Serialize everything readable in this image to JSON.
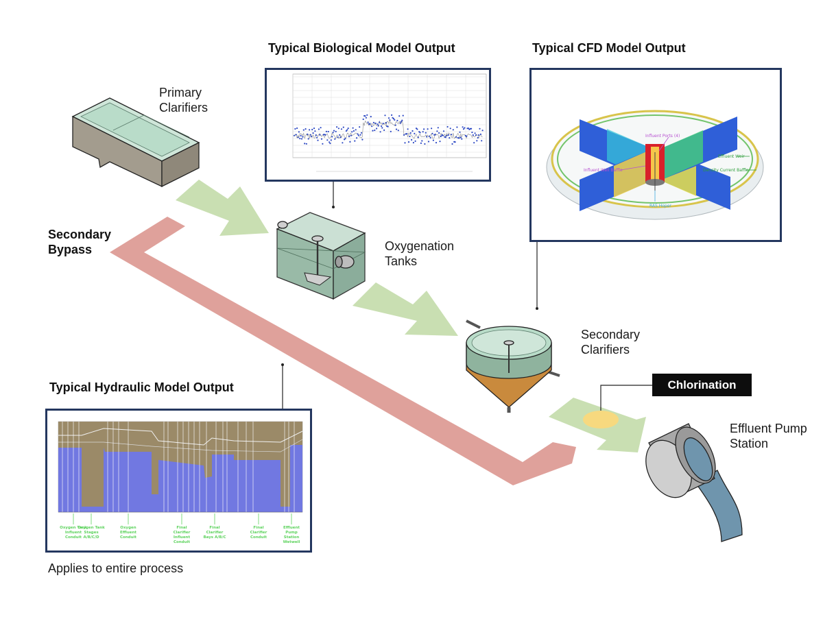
{
  "labels": {
    "primary_clarifiers": [
      "Primary",
      "Clarifiers"
    ],
    "secondary_bypass": [
      "Secondary",
      "Bypass"
    ],
    "oxygenation_tanks": [
      "Oxygenation",
      "Tanks"
    ],
    "secondary_clarifiers": [
      "Secondary",
      "Clarifiers"
    ],
    "chlorination": "Chlorination",
    "effluent_pump_station": [
      "Effluent Pump",
      "Station"
    ],
    "applies_note": "Applies to entire process"
  },
  "panels": {
    "biological": {
      "title": "Typical Biological Model Output"
    },
    "cfd": {
      "title": "Typical CFD Model Output",
      "annotations": {
        "influent_ports": "Influent Ports (4)",
        "effluent_weir": "Effluent Weir",
        "influent_well_baffle": "Influent Well Baffle",
        "density_current_baffle": "Density Current Baffle",
        "ras_hoper": "RAS Hoper"
      }
    },
    "hydraulic": {
      "title": "Typical Hydraulic Model Output",
      "segments": [
        "Oxygen Tank Influent Conduit",
        "Oxygen Tank Stages A/B/C/D",
        "Oxygen Effluent Conduit",
        "Final Clarifier Influent Conduit",
        "Final Clarifier Bays A/B/C",
        "Final Clarifier Conduit",
        "Effluent Pump Station Wetwell"
      ]
    }
  },
  "colors": {
    "panel_border": "#24375f",
    "flow_arrow": "#c9dfb2",
    "bypass_arrow": "#d9908a",
    "water": "#b9dcc9",
    "sludge": "#c98a3d",
    "hydraulic_water": "#6f77e8",
    "hydraulic_ground": "#9b8a68",
    "segment_label": "#5fd35f",
    "chlorine_dot": "#f7d97f"
  }
}
